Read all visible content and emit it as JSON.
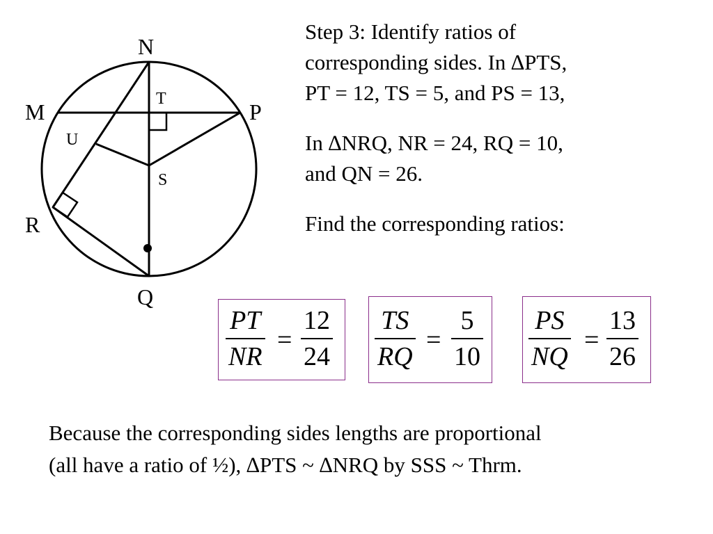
{
  "diagram": {
    "points": {
      "N": "N",
      "M": "M",
      "T": "T",
      "P": "P",
      "U": "U",
      "S": "S",
      "R": "R",
      "Q": "Q"
    }
  },
  "text": {
    "line1": "Step 3:  Identify ratios of",
    "line2": "corresponding  sides.  In ∆PTS,",
    "line3": "PT = 12, TS = 5, and PS = 13,",
    "line4": "In ∆NRQ, NR = 24, RQ = 10,",
    "line5": "and QN = 26.",
    "line6": "Find the corresponding ratios:"
  },
  "ratios": [
    {
      "num_var": "PT",
      "den_var": "NR",
      "eq": "=",
      "num_val": "12",
      "den_val": "24"
    },
    {
      "num_var": "TS",
      "den_var": "RQ",
      "eq": "=",
      "num_val": "5",
      "den_val": "10"
    },
    {
      "num_var": "PS",
      "den_var": "NQ",
      "eq": "=",
      "num_val": "13",
      "den_val": "26"
    }
  ],
  "conclusion": {
    "line1": "Because the corresponding sides lengths are proportional",
    "line2": "(all have a ratio of ½),  ∆PTS ~ ∆NRQ  by SSS ~ Thrm."
  },
  "colors": {
    "box_border": "#8a2e8a",
    "ink": "#000000"
  }
}
